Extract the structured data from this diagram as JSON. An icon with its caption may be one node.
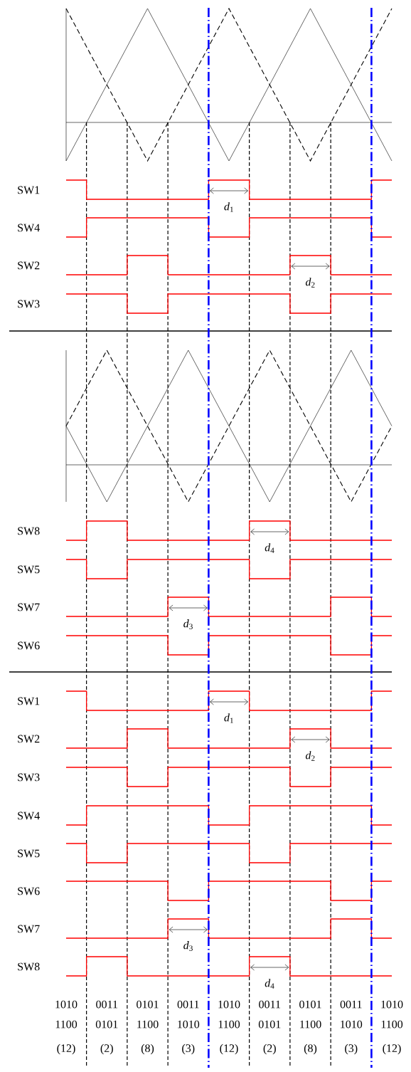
{
  "diagram": {
    "labels": [
      "SW1",
      "*d*$_{1}$",
      "SW4",
      "SW2",
      "*d*$_{2}$",
      "SW3",
      "SW8",
      "*d*$_{4}$",
      "SW5",
      "SW7",
      "*d*$_{3}$",
      "SW6",
      "SW1",
      "*d*$_{1}$",
      "SW2",
      "*d*$_{2}$",
      "SW3",
      "SW4",
      "SW5",
      "SW6",
      "SW7",
      "*d*$_{3}$",
      "SW8",
      "*d*$_{4}$",
      "1010",
      "0011",
      "0101",
      "0011",
      "1010",
      "0011",
      "0101",
      "0011",
      "1010",
      "1100",
      "0101",
      "1100",
      "1010",
      "1100",
      "0101",
      "1100",
      "1010",
      "1100",
      "(12)",
      "(2)",
      "(8)",
      "(3)",
      "(12)",
      "(2)",
      "(8)",
      "(3)",
      "(12)"
    ]
  }
}
